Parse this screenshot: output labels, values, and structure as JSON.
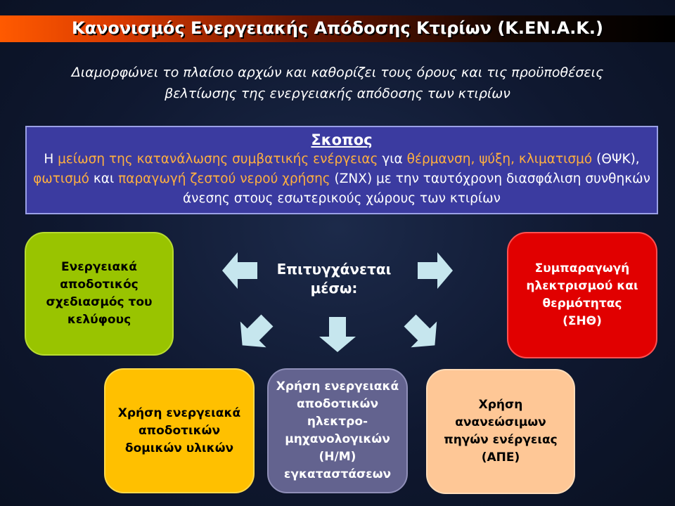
{
  "title": "Κανονισμός Ενεργειακής Απόδοσης Κτιρίων (Κ.ΕΝ.Α.Κ.)",
  "subtitle": {
    "line1": "Διαμορφώνει το πλαίσιο αρχών και καθορίζει τους όρους και τις προϋποθέσεις",
    "line2": "βελτίωσης της ενεργειακής απόδοσης των κτιρίων"
  },
  "scope": {
    "heading": "Σκοπος",
    "segments": [
      {
        "text": "Η ",
        "hl": false
      },
      {
        "text": "μείωση της κατανάλωσης συμβατικής ενέργειας",
        "hl": true
      },
      {
        "text": " για ",
        "hl": false
      },
      {
        "text": "θέρμανση, ψύξη, κλιματισμό",
        "hl": true
      },
      {
        "text": " (ΘΨΚ), ",
        "hl": false
      },
      {
        "text": "φωτισμό",
        "hl": true
      },
      {
        "text": " και ",
        "hl": false
      },
      {
        "text": "παραγωγή ζεστού νερού χρήσης",
        "hl": true
      },
      {
        "text": " (ΖΝΧ) με την ταυτόχρονη διασφάλιση συνθηκών άνεσης στους εσωτερικούς χώρους των κτιρίων",
        "hl": false
      }
    ],
    "highlight_color": "#ffb040"
  },
  "center_label": {
    "line1": "Επιτυγχάνεται",
    "line2": "μέσω:"
  },
  "boxes": {
    "green": [
      "Ενεργειακά",
      "αποδοτικός",
      "σχεδιασμός του",
      "κελύφους"
    ],
    "red": [
      "Συμπαραγωγή",
      "ηλεκτρισμού και",
      "θερμότητας",
      "(ΣΗΘ)"
    ],
    "yellow": [
      "Χρήση ενεργειακά",
      "αποδοτικών",
      "δομικών υλικών"
    ],
    "purple": [
      "Χρήση ενεργειακά",
      "αποδοτικών",
      "ηλεκτρο-",
      "μηχανολογικών",
      "(Η/Μ)",
      "εγκαταστάσεων"
    ],
    "peach": [
      "Χρήση",
      "ανανεώσιμων",
      "πηγών ενέργειας",
      "(ΑΠΕ)"
    ]
  },
  "colors": {
    "green": "#99c400",
    "red": "#e10000",
    "yellow": "#ffc000",
    "purple": "#63638f",
    "peach": "#fec796",
    "scope_bg": "#3b3ba0",
    "arrow": "#c6e6ee"
  },
  "icons": {
    "arrow_left": "arrow-left-icon",
    "arrow_right": "arrow-right-icon",
    "arrow_down": "arrow-down-icon",
    "arrow_down_left": "arrow-down-left-icon",
    "arrow_down_right": "arrow-down-right-icon"
  }
}
